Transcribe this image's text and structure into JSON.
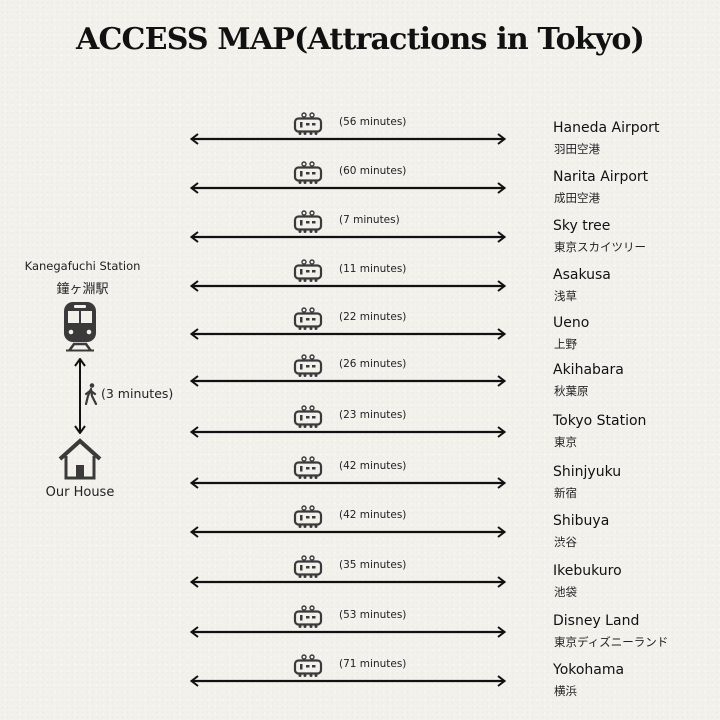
{
  "title": "ACCESS MAP(Attractions in Tokyo)",
  "colors": {
    "background": "#f2f1ec",
    "ink": "#1a1a1a",
    "icon": "#3a3a3a"
  },
  "origin": {
    "station_name_en": "Kanegafuchi Station",
    "station_name_ja": "鐘ヶ淵駅",
    "station_icon": "train-front-icon",
    "walk_icon": "pedestrian-icon",
    "walk_time": "(3 minutes)",
    "home_icon": "house-icon",
    "home_label": "Our House"
  },
  "routes": [
    {
      "minutes": "(56 minutes)",
      "name_en": "Haneda Airport",
      "name_ja": "羽田空港",
      "icon": "train-icon"
    },
    {
      "minutes": "(60 minutes)",
      "name_en": "Narita Airport",
      "name_ja": "成田空港",
      "icon": "train-icon"
    },
    {
      "minutes": "(7 minutes)",
      "name_en": "Sky tree",
      "name_ja": "東京スカイツリー",
      "icon": "train-icon"
    },
    {
      "minutes": "(11 minutes)",
      "name_en": "Asakusa",
      "name_ja": "浅草",
      "icon": "train-icon"
    },
    {
      "minutes": "(22 minutes)",
      "name_en": "Ueno",
      "name_ja": "上野",
      "icon": "train-icon"
    },
    {
      "minutes": "(26 minutes)",
      "name_en": "Akihabara",
      "name_ja": "秋葉原",
      "icon": "train-icon"
    },
    {
      "minutes": "(23 minutes)",
      "name_en": "Tokyo Station",
      "name_ja": "東京",
      "icon": "train-icon"
    },
    {
      "minutes": "(42 minutes)",
      "name_en": "Shinjyuku",
      "name_ja": "新宿",
      "icon": "train-icon"
    },
    {
      "minutes": "(42 minutes)",
      "name_en": "Shibuya",
      "name_ja": "渋谷",
      "icon": "train-icon"
    },
    {
      "minutes": "(35 minutes)",
      "name_en": "Ikebukuro",
      "name_ja": "池袋",
      "icon": "train-icon"
    },
    {
      "minutes": "(53 minutes)",
      "name_en": "Disney Land",
      "name_ja": "東京ディズニーランド",
      "icon": "train-icon"
    },
    {
      "minutes": "(71 minutes)",
      "name_en": "Yokohama",
      "name_ja": "横浜",
      "icon": "train-icon"
    }
  ]
}
